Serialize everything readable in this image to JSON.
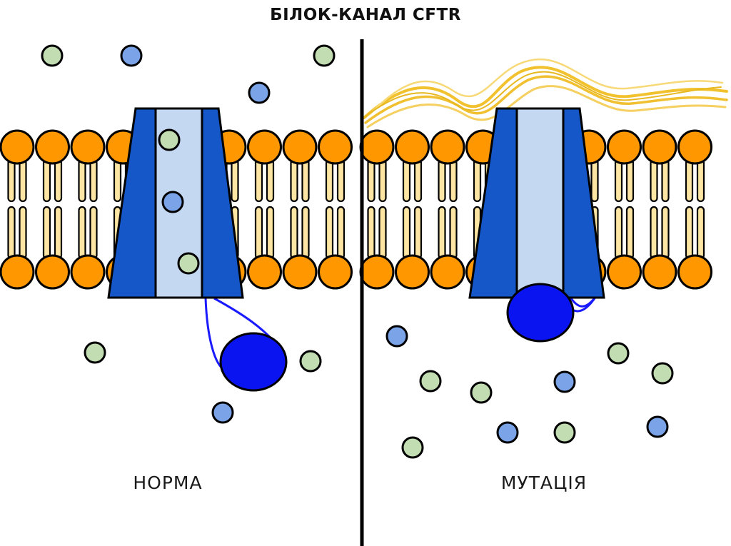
{
  "title": "БІЛОК-КАНАЛ CFTR",
  "panels": [
    {
      "label": "НОРМА"
    },
    {
      "label": "МУТАЦІЯ"
    }
  ],
  "colors": {
    "lipid_head": "#ff9800",
    "lipid_tail": "#fde6a3",
    "channel_outer": "#1557c8",
    "channel_pore": "#c5d8f2",
    "domain": "#0a14f0",
    "ion_green": "#c3ddb3",
    "ion_blue": "#7aa3e8",
    "mucus": "#f0c030"
  },
  "icons": {
    "ion_green": "green-ion-circle",
    "ion_blue": "blue-ion-circle"
  }
}
